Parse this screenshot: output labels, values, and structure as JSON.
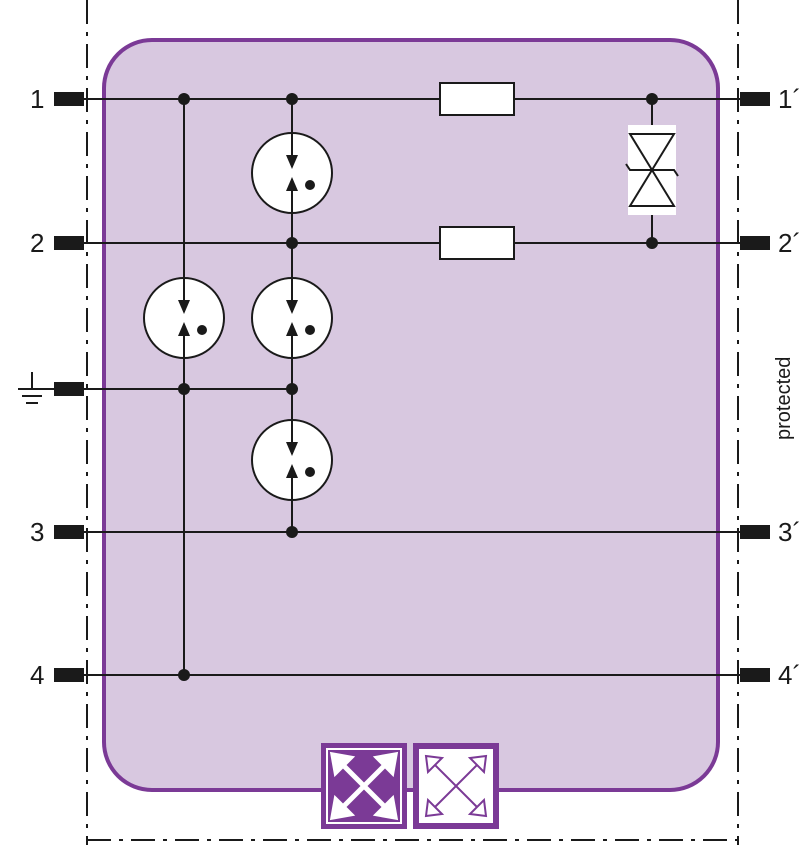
{
  "terminals": {
    "input": [
      {
        "id": "t1",
        "label": "1"
      },
      {
        "id": "t2",
        "label": "2"
      },
      {
        "id": "tgnd",
        "label": ""
      },
      {
        "id": "t3",
        "label": "3"
      },
      {
        "id": "t4",
        "label": "4"
      }
    ],
    "output": [
      {
        "id": "t1p",
        "label": "1´"
      },
      {
        "id": "t2p",
        "label": "2´"
      },
      {
        "id": "t3p",
        "label": "3´"
      },
      {
        "id": "t4p",
        "label": "4´"
      }
    ]
  },
  "side_label": "protected",
  "colors": {
    "module_fill": "#d8c8e0",
    "module_border": "#7b3a96",
    "line": "#1a1a1a",
    "indicator_dark": "#7b3a96",
    "indicator_light": "#ffffff"
  },
  "icons": {
    "ground": "ground-icon",
    "gas_discharge_tube": "gas-discharge-tube-icon",
    "resistor": "resistor-icon",
    "tvs_diode": "bidirectional-tvs-diode-icon",
    "status_indicator": "cross-arrows-icon"
  }
}
